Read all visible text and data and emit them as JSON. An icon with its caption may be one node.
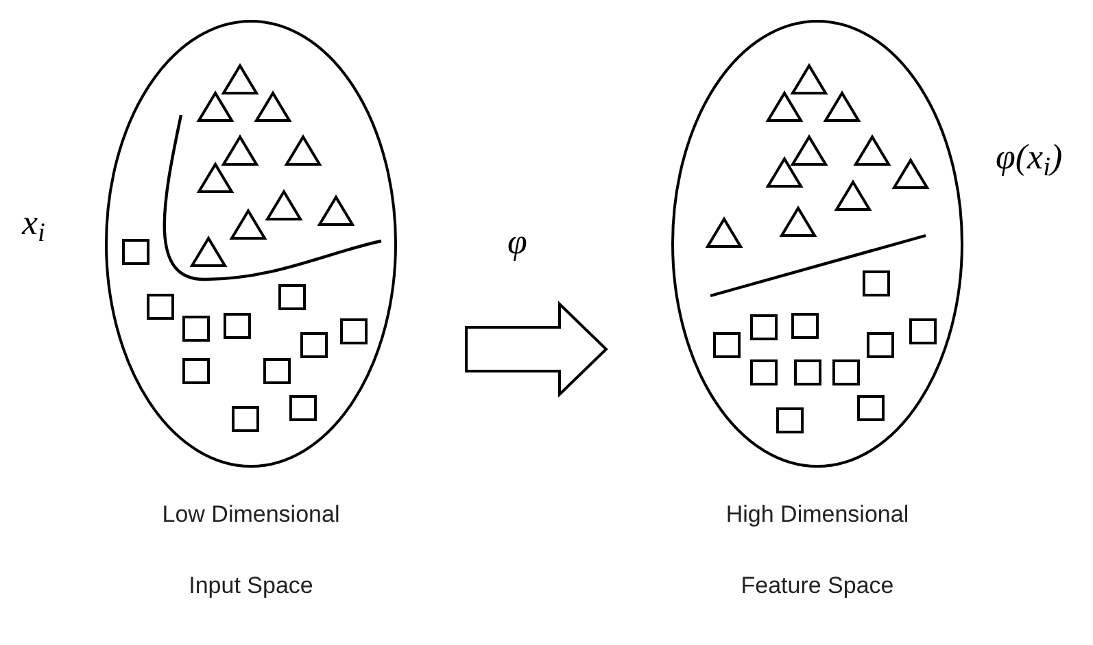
{
  "diagram": {
    "nodes": [
      {
        "text": [
          "Low Dimensional Input Space"
        ]
      },
      {
        "text": [
          "High Dimensional Feature Space"
        ]
      }
    ],
    "edges": [
      {
        "from": 0,
        "to": 1,
        "arrow": "to",
        "label": "φ",
        "style": "thick"
      }
    ],
    "labels": [
      "x$_{i}$",
      "φ(x$_{i}$)"
    ]
  }
}
